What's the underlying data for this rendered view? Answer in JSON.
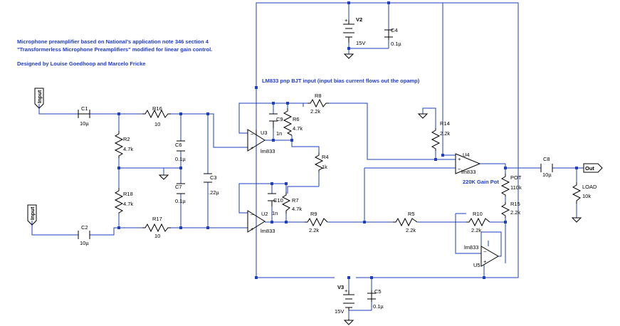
{
  "description": {
    "line1": "Microphone preamplifier based on National's application note 346 section 4",
    "line2": "\"Transformerless Microphone Preamplifiers\" modified for linear gain control.",
    "line3": "Designed by Louise Goedhoop and Marcelo Fricke"
  },
  "notes": {
    "bjt_note": "LM833 pnp BJT input (input bias current flows out the opamp)",
    "gain_pot_note": "220K Gain Pot"
  },
  "ports": {
    "input_top": "Input",
    "input_bottom": "Input",
    "output": "Out"
  },
  "components": {
    "C1": {
      "ref": "C1",
      "value": "10µ"
    },
    "C2": {
      "ref": "C2",
      "value": "10µ"
    },
    "C3": {
      "ref": "C3",
      "value": ".22µ"
    },
    "C4": {
      "ref": "C4",
      "value": "0.1µ"
    },
    "C5": {
      "ref": "C5",
      "value": "0.1µ"
    },
    "C6": {
      "ref": "C6",
      "value": "0.1µ"
    },
    "C7": {
      "ref": "C7",
      "value": "0.1µ"
    },
    "C8": {
      "ref": "C8",
      "value": "10µ"
    },
    "C9": {
      "ref": "C9",
      "value": "1n"
    },
    "C10": {
      "ref": "C10",
      "value": "1n"
    },
    "R2": {
      "ref": "R2",
      "value": "4.7k"
    },
    "R4": {
      "ref": "R4",
      "value": "1k"
    },
    "R5": {
      "ref": "R5",
      "value": "2.2k"
    },
    "R6": {
      "ref": "R6",
      "value": "4.7k"
    },
    "R7": {
      "ref": "R7",
      "value": "4.7k"
    },
    "R8": {
      "ref": "R8",
      "value": "2.2k"
    },
    "R9": {
      "ref": "R9",
      "value": "2.2k"
    },
    "R10": {
      "ref": "R10",
      "value": "2.2k"
    },
    "R14": {
      "ref": "R14",
      "value": "2.2k"
    },
    "R15": {
      "ref": "R15",
      "value": "2.2k"
    },
    "R16": {
      "ref": "R16",
      "value": "10"
    },
    "R17": {
      "ref": "R17",
      "value": "10"
    },
    "R18": {
      "ref": "R18",
      "value": "4.7k"
    },
    "POT": {
      "ref": "POT",
      "value": "110k"
    },
    "LOAD": {
      "ref": "LOAD",
      "value": "10k"
    },
    "V2": {
      "ref": "V2",
      "value": "15V"
    },
    "V3": {
      "ref": "V3",
      "value": "15V"
    },
    "U2": {
      "ref": "U2",
      "value": "lm833"
    },
    "U3": {
      "ref": "U3",
      "value": "lm833"
    },
    "U4": {
      "ref": "U4",
      "value": "lm833"
    },
    "U5": {
      "ref": "U5",
      "value": "lm833"
    }
  },
  "colors": {
    "wire": "#1e3fbf",
    "component": "#000000",
    "annotation": "#1f3bd1"
  }
}
